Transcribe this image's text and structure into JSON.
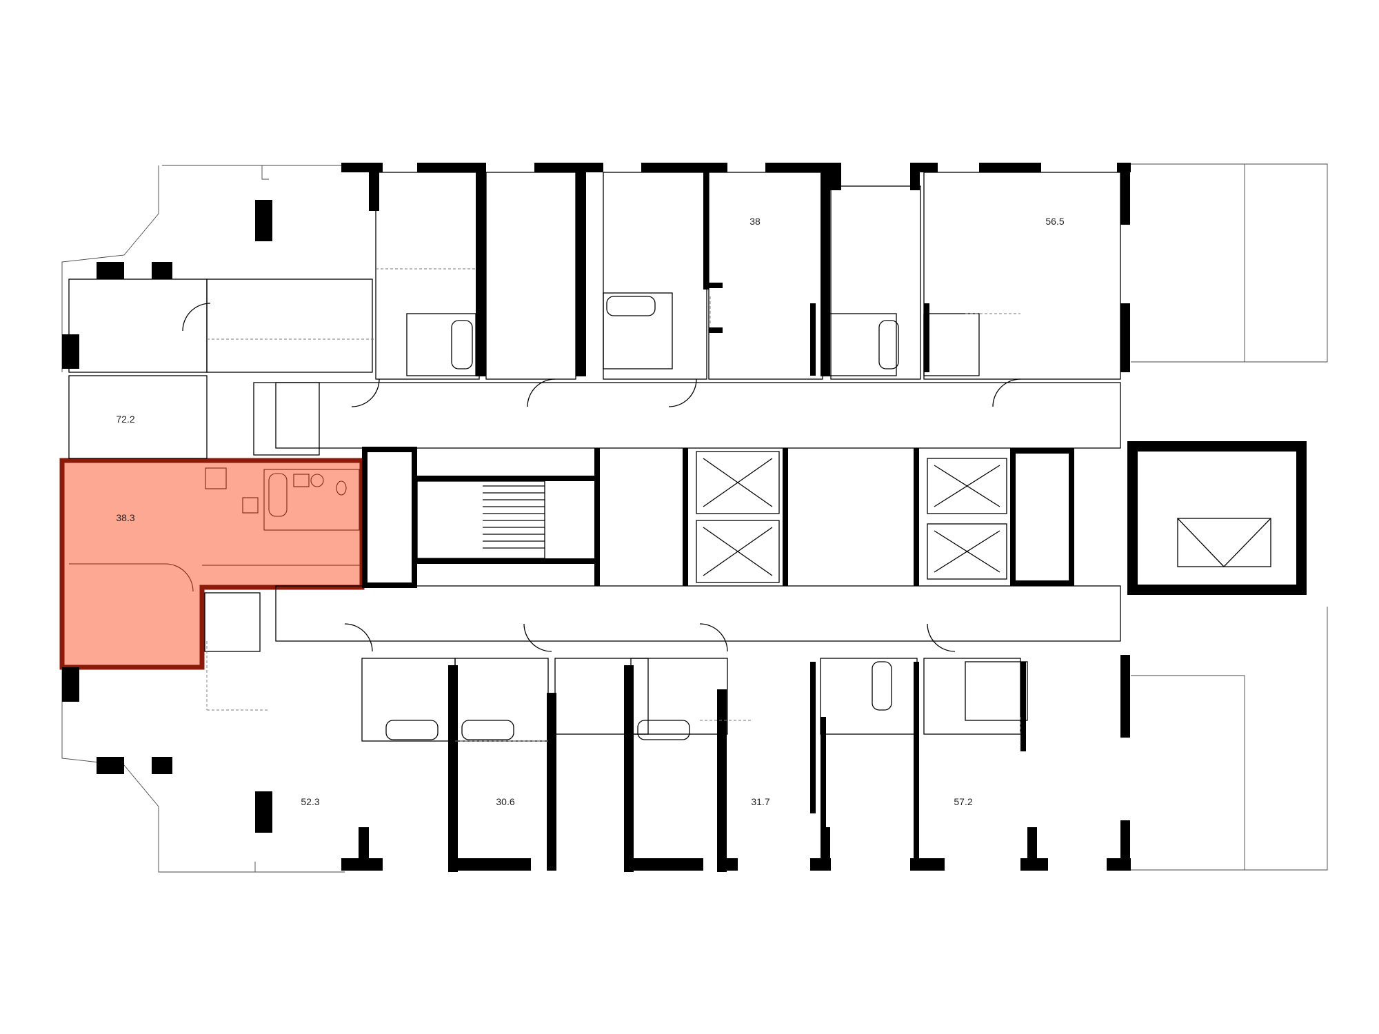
{
  "plan": {
    "highlight_color": "#FCA893",
    "highlight_outline_color": "#8B1A0A",
    "wall_color": "#000000",
    "apartments": [
      {
        "id": "apt-72-2",
        "area": "72.2",
        "highlighted": false
      },
      {
        "id": "apt-38-3",
        "area": "38.3",
        "highlighted": true
      },
      {
        "id": "apt-38",
        "area": "38",
        "highlighted": false
      },
      {
        "id": "apt-56-5",
        "area": "56.5",
        "highlighted": false
      },
      {
        "id": "apt-52-3",
        "area": "52.3",
        "highlighted": false
      },
      {
        "id": "apt-30-6",
        "area": "30.6",
        "highlighted": false
      },
      {
        "id": "apt-31-7",
        "area": "31.7",
        "highlighted": false
      },
      {
        "id": "apt-57-2",
        "area": "57.2",
        "highlighted": false
      }
    ]
  }
}
